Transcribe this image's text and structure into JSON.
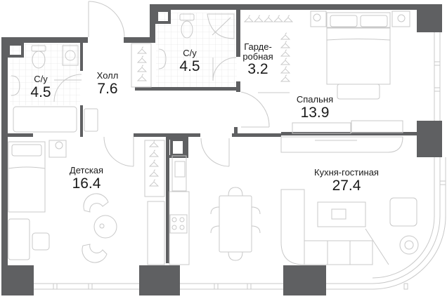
{
  "floor_plan": {
    "colors": {
      "wall": "#5f6062",
      "fixture_line": "#c8c8c8",
      "label_text": "#1a1a1a",
      "background": "#ffffff"
    },
    "rooms": [
      {
        "id": "bathroom-1",
        "name": "С/у",
        "area": "4.5"
      },
      {
        "id": "hall",
        "name": "Холл",
        "area": "7.6"
      },
      {
        "id": "bathroom-2",
        "name": "С/у",
        "area": "4.5"
      },
      {
        "id": "wardrobe",
        "name": "Гарде-\nробная",
        "name_line1": "Гарде-",
        "name_line2": "робная",
        "area": "3.2"
      },
      {
        "id": "bedroom",
        "name": "Спальня",
        "area": "13.9"
      },
      {
        "id": "kids-room",
        "name": "Детская",
        "area": "16.4"
      },
      {
        "id": "kitchen-living",
        "name": "Кухня-гостиная",
        "area": "27.4"
      }
    ]
  }
}
